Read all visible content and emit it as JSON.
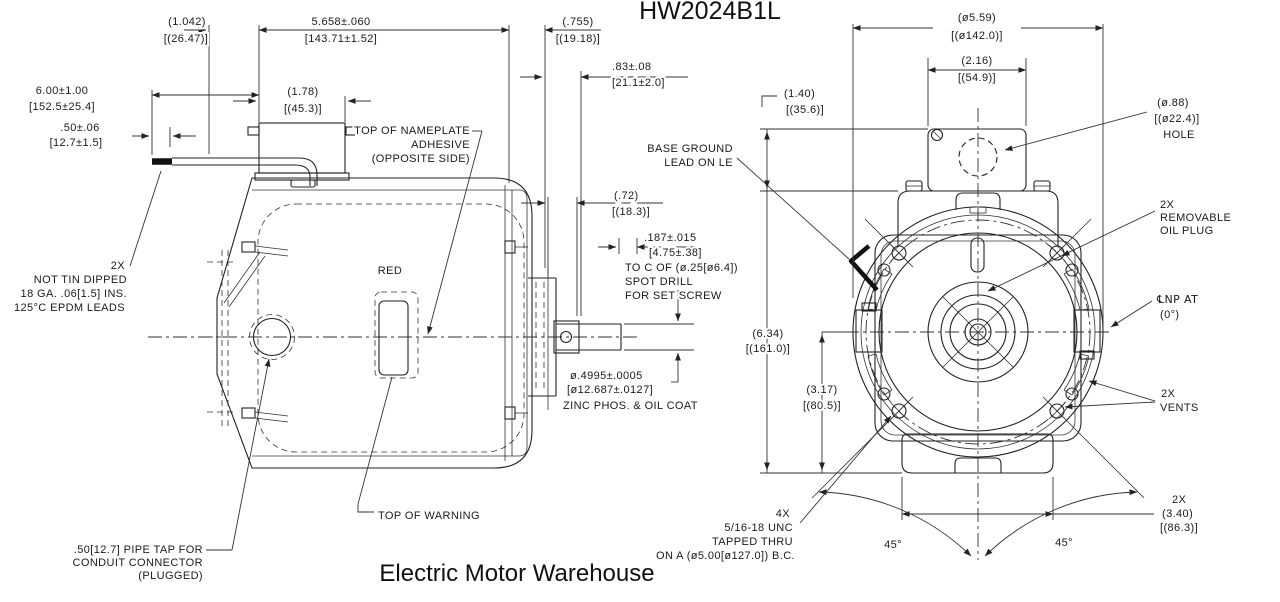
{
  "title": "HW2024B1L",
  "watermark": "Electric Motor Warehouse",
  "side": {
    "dim_lead_exit": [
      "(1.042)",
      "[(26.47)]"
    ],
    "dim_body": [
      "5.658±.060",
      "[143.71±1.52]"
    ],
    "dim_bell": [
      "(.755)",
      "[(19.18)]"
    ],
    "dim_shaft_ext": [
      ".83±.08",
      "[21.1±2.0]"
    ],
    "dim_lead_len": [
      "6.00±1.00",
      "[152.5±25.4]"
    ],
    "dim_box_width": [
      "(1.78)",
      "[(45.3)]"
    ],
    "dim_strip": [
      ".50±.06",
      "[12.7±1.5]"
    ],
    "nameplate_note": [
      "TOP OF NAMEPLATE",
      "ADHESIVE",
      "(OPPOSITE SIDE)"
    ],
    "dim_hub": [
      "(.72)",
      "[(18.3)]"
    ],
    "setscrew_note": [
      ".187±.015",
      "[4.75±.38]",
      "TO C OF (ø.25[ø6.4])",
      "SPOT DRILL",
      "FOR SET SCREW"
    ],
    "shaft_note": [
      "ø.4995±.0005",
      "[ø12.687±.0127]",
      "ZINC PHOS. & OIL COAT"
    ],
    "leads_note": [
      "2X",
      "NOT TIN DIPPED",
      "18 GA. .06[1.5] INS.",
      "125°C EPDM LEADS"
    ],
    "red_label": "RED",
    "warning_note": "TOP OF WARNING",
    "pipe_tap_note": [
      ".50[12.7] PIPE TAP FOR",
      "CONDUIT CONNECTOR",
      "(PLUGGED)"
    ]
  },
  "front": {
    "dim_od": [
      "(ø5.59)",
      "[(ø142.0)]"
    ],
    "dim_box": [
      "(2.16)",
      "[(54.9)]"
    ],
    "dim_box_height": [
      "(1.40)",
      "[(35.6)]"
    ],
    "hole_note": [
      "(ø.88)",
      "[(ø22.4)]",
      "HOLE"
    ],
    "ground_note": [
      "BASE GROUND",
      "LEAD ON LE"
    ],
    "oil_plug_note": [
      "2X",
      "REMOVABLE",
      "OIL PLUG"
    ],
    "np_note": [
      "℄NP AT",
      "(0°)"
    ],
    "vents_note": [
      "2X",
      "VENTS"
    ],
    "dim_height": [
      "(6.34)",
      "[(161.0)]"
    ],
    "dim_center_height": [
      "(3.17)",
      "[(80.5)]"
    ],
    "tapped_note": [
      "4X",
      "5/16-18 UNC",
      "TAPPED THRU",
      "ON A (ø5.00[ø127.0]) B.C."
    ],
    "angle_left": "45°",
    "angle_right": "45°",
    "dim_base": [
      "2X",
      "(3.40)",
      "[(86.3)]"
    ]
  }
}
